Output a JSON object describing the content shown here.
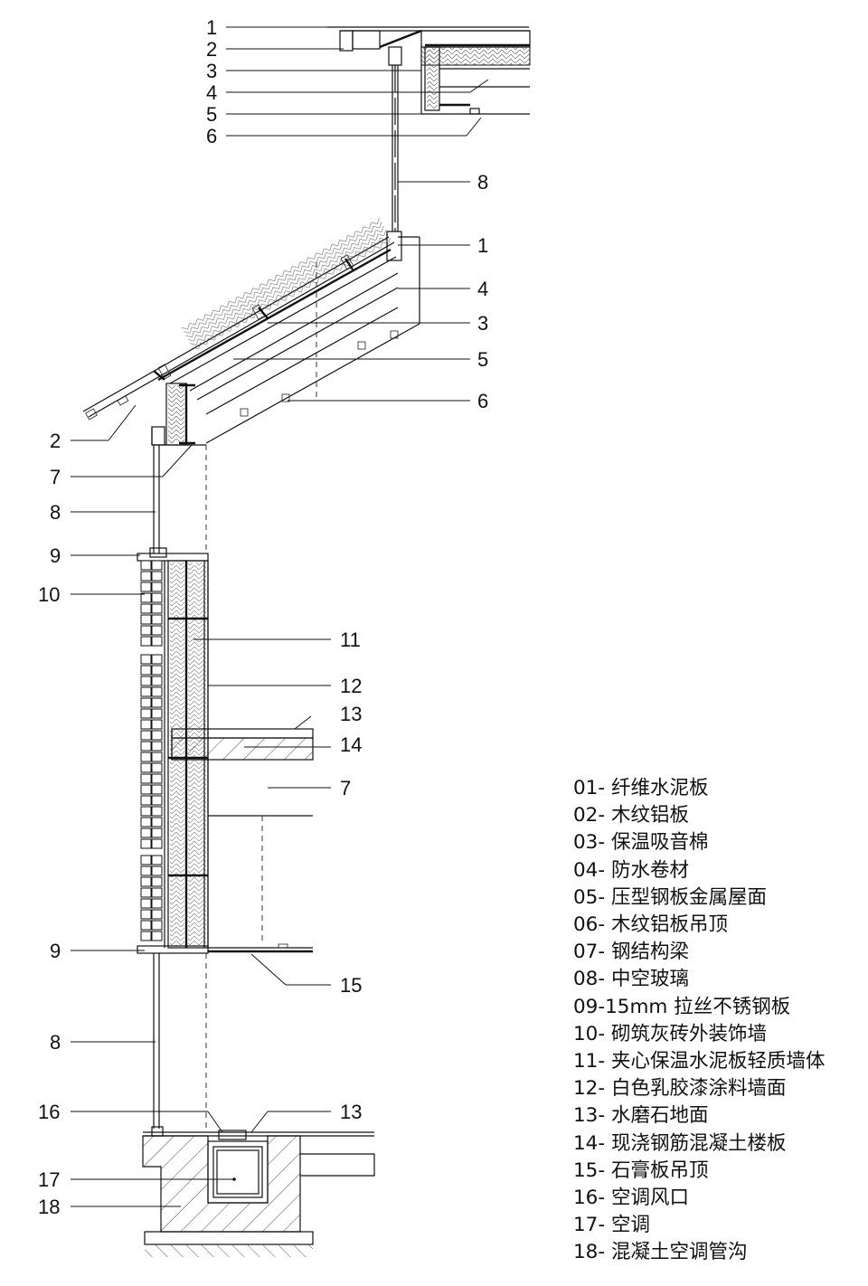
{
  "callouts": {
    "roof_top": [
      "1",
      "2",
      "3",
      "4",
      "5",
      "6"
    ],
    "glass_upper": "8",
    "slope_right": [
      "1",
      "4",
      "3",
      "5",
      "6"
    ],
    "slope_left": [
      "2",
      "7",
      "8",
      "9",
      "10"
    ],
    "wall_right": [
      "11",
      "12",
      "13",
      "14",
      "7"
    ],
    "lower_left": [
      "9",
      "8",
      "16",
      "17",
      "18"
    ],
    "lower_right": [
      "15",
      "13"
    ]
  },
  "legend": [
    "01- 纤维水泥板",
    "02- 木纹铝板",
    "03- 保温吸音棉",
    "04- 防水卷材",
    "05- 压型钢板金属屋面",
    "06- 木纹铝板吊顶",
    "07- 钢结构梁",
    "08- 中空玻璃",
    "09-15mm 拉丝不锈钢板",
    "10- 砌筑灰砖外装饰墙",
    "11- 夹心保温水泥板轻质墙体",
    "12- 白色乳胶漆涂料墙面",
    "13- 水磨石地面",
    "14- 现浇钢筋混凝土楼板",
    "15- 石膏板吊顶",
    "16- 空调风口",
    "17- 空调",
    "18- 混凝土空调管沟"
  ]
}
